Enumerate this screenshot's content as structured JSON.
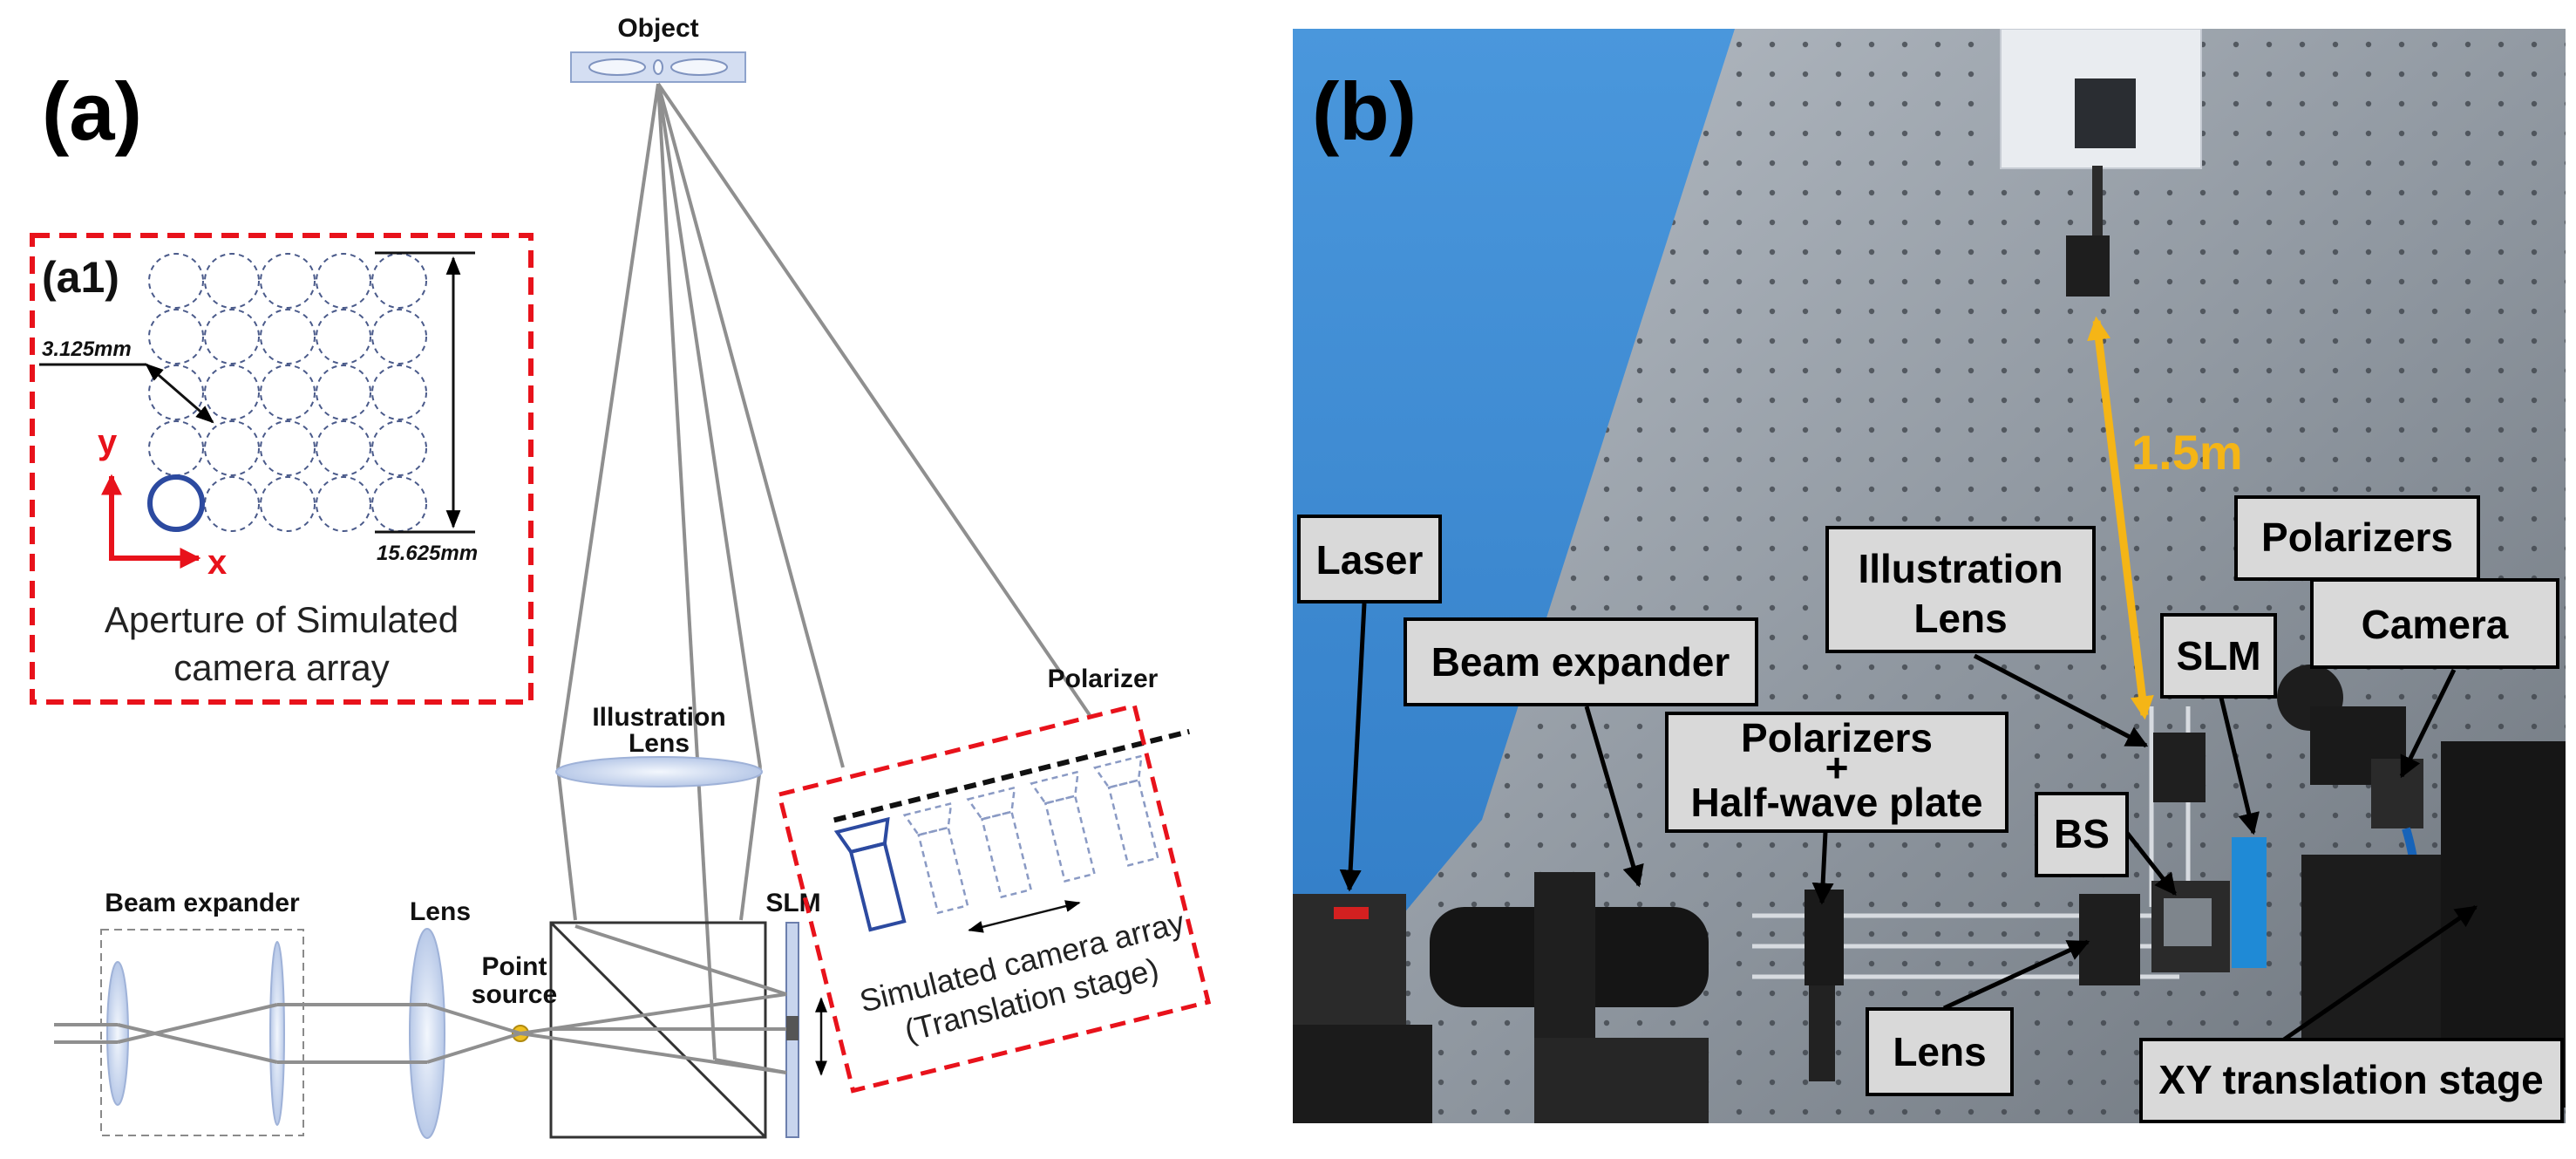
{
  "panel_a": {
    "letter": "(a)",
    "object_label": "Object",
    "beam_expander_label": "Beam expander",
    "lens_label": "Lens",
    "point_source_line1": "Point",
    "point_source_line2": "source",
    "illustration_lens_line1": "Illustration",
    "illustration_lens_line2": "Lens",
    "slm_label": "SLM",
    "polarizer_label": "Polarizer",
    "sim_array_line1": "Simulated camera array",
    "sim_array_line2": "(Translation stage)",
    "inset": {
      "letter": "(a1)",
      "dim_small": "3.125mm",
      "dim_large": "15.625mm",
      "axis_y": "y",
      "axis_x": "x",
      "caption_line1": "Aperture of Simulated",
      "caption_line2": "camera array",
      "grid_rows": 5,
      "grid_cols": 5
    }
  },
  "panel_b": {
    "letter": "(b)",
    "distance_label": "1.5m",
    "callouts": {
      "laser": "Laser",
      "beam_expander": "Beam expander",
      "polarizers_hwp_line1": "Polarizers",
      "polarizers_hwp_line2": "+",
      "polarizers_hwp_line3": "Half-wave plate",
      "illustration_lens_line1": "Illustration",
      "illustration_lens_line2": "Lens",
      "slm": "SLM",
      "polarizers": "Polarizers",
      "camera": "Camera",
      "bs": "BS",
      "lens": "Lens",
      "xy_stage": "XY translation stage"
    }
  },
  "colors": {
    "dashed_frame": "#e8121b",
    "axis_red": "#e8121b",
    "aperture_blue": "#2c4aa0",
    "lens_blue": "#c7d5ee",
    "ray_gray": "#8f8f8f",
    "distance_orange": "#f5b516",
    "floor_blue": "#3d8ed6",
    "table_gray": "#9aa3ad",
    "callout_fill": "#d9d9d9",
    "point_source": "#f0c020"
  }
}
